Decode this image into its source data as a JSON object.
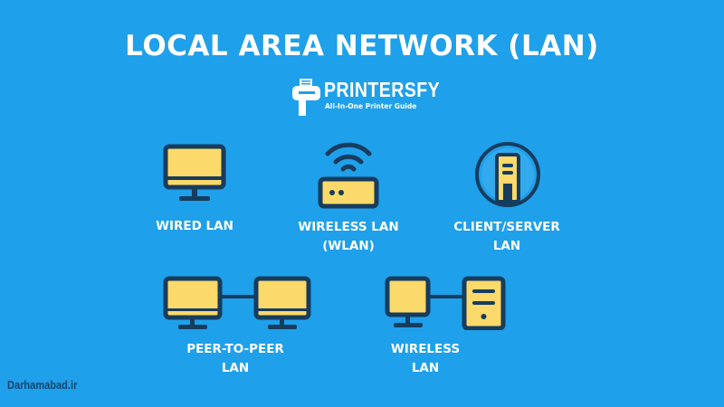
{
  "title": "LOCAL AREA NETWORK (LAN)",
  "logo": {
    "name": "PRINTERSFY",
    "tagline": "All-In-One Printer Guide",
    "icon": "printer-icon"
  },
  "colors": {
    "background": "#1fa0ea",
    "icon_fill": "#fbd96a",
    "icon_outline": "#163c5e",
    "text": "#ffffff"
  },
  "items": [
    {
      "id": "wired-lan",
      "icon": "monitor-icon",
      "label_line1": "WIRED LAN",
      "label_line2": ""
    },
    {
      "id": "wireless-lan-wlan",
      "icon": "wifi-router-icon",
      "label_line1": "WIRELESS LAN",
      "label_line2": "(WLAN)"
    },
    {
      "id": "client-server-lan",
      "icon": "server-icon",
      "label_line1": "CLIENT/SERVER",
      "label_line2": "LAN"
    },
    {
      "id": "peer-to-peer-lan",
      "icon": "two-monitors-linked-icon",
      "label_line1": "PEER-TO-PEER",
      "label_line2": "LAN"
    },
    {
      "id": "wireless-lan",
      "icon": "monitor-server-linked-icon",
      "label_line1": "WIRELESS",
      "label_line2": "LAN"
    }
  ],
  "watermark": "Darhamabad.ir"
}
